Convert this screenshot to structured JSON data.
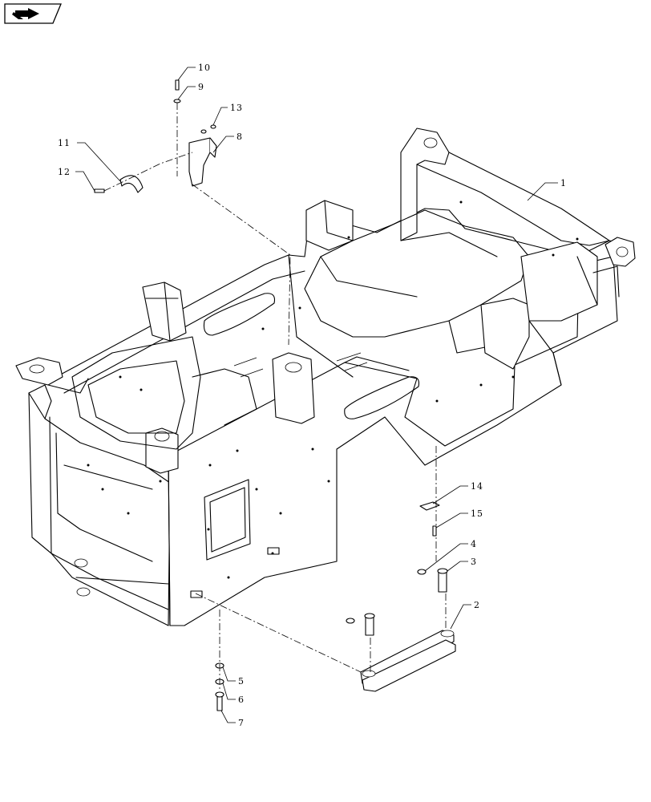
{
  "diagram": {
    "callouts": [
      {
        "id": "1",
        "label": "1"
      },
      {
        "id": "2",
        "label": "2"
      },
      {
        "id": "3",
        "label": "3"
      },
      {
        "id": "4",
        "label": "4"
      },
      {
        "id": "5",
        "label": "5"
      },
      {
        "id": "6",
        "label": "6"
      },
      {
        "id": "7",
        "label": "7"
      },
      {
        "id": "8",
        "label": "8"
      },
      {
        "id": "9",
        "label": "9"
      },
      {
        "id": "10",
        "label": "10"
      },
      {
        "id": "11",
        "label": "11"
      },
      {
        "id": "12",
        "label": "12"
      },
      {
        "id": "13",
        "label": "13"
      },
      {
        "id": "14",
        "label": "14"
      },
      {
        "id": "15",
        "label": "15"
      }
    ]
  },
  "toolbar": {
    "nav_icon": "forward-arrow-icon"
  }
}
